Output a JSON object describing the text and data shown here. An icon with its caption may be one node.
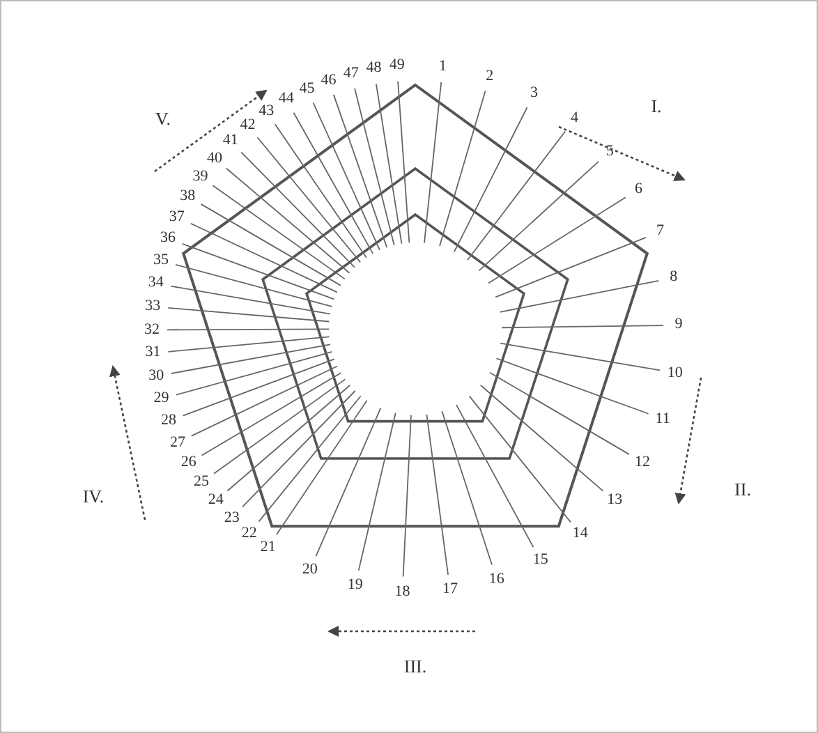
{
  "diagram": {
    "labels": [
      "1",
      "2",
      "3",
      "4",
      "5",
      "6",
      "7",
      "8",
      "9",
      "10",
      "11",
      "12",
      "13",
      "14",
      "15",
      "16",
      "17",
      "18",
      "19",
      "20",
      "21",
      "22",
      "23",
      "24",
      "25",
      "26",
      "27",
      "28",
      "29",
      "30",
      "31",
      "32",
      "33",
      "34",
      "35",
      "36",
      "37",
      "38",
      "39",
      "40",
      "41",
      "42",
      "43",
      "44",
      "45",
      "46",
      "47",
      "48",
      "49",
      "I.",
      "II.",
      "III.",
      "IV.",
      "V."
    ]
  }
}
